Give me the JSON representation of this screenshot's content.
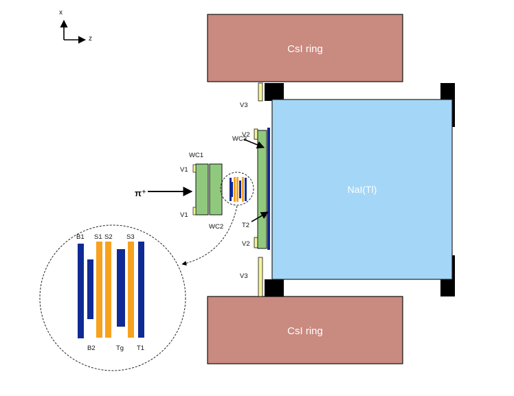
{
  "axes": {
    "x_label": "x",
    "z_label": "z"
  },
  "detectors": {
    "csi_ring_top": "CsI ring",
    "csi_ring_bottom": "CsI ring",
    "nai": "NaI(Tl)"
  },
  "labels": {
    "v3_top": "V3",
    "v3_bottom": "V3",
    "v2_top": "V2",
    "v2_bottom": "V2",
    "v1_top": "V1",
    "v1_bottom": "V1",
    "wc1": "WC1",
    "wc2": "WC2",
    "wc3": "WC3",
    "t2": "T2",
    "beam": "π⁺"
  },
  "inset": {
    "b1": "B1",
    "s1": "S1",
    "s2": "S2",
    "s3": "S3",
    "b2": "B2",
    "tg": "Tg",
    "t1": "T1"
  },
  "colors": {
    "csi": "#c98a80",
    "nai": "#a4d6f7",
    "chamber": "#90c97e",
    "veto": "#f6f29a",
    "blue": "#0f2a94",
    "orange": "#f7a21f",
    "black": "#000000"
  }
}
